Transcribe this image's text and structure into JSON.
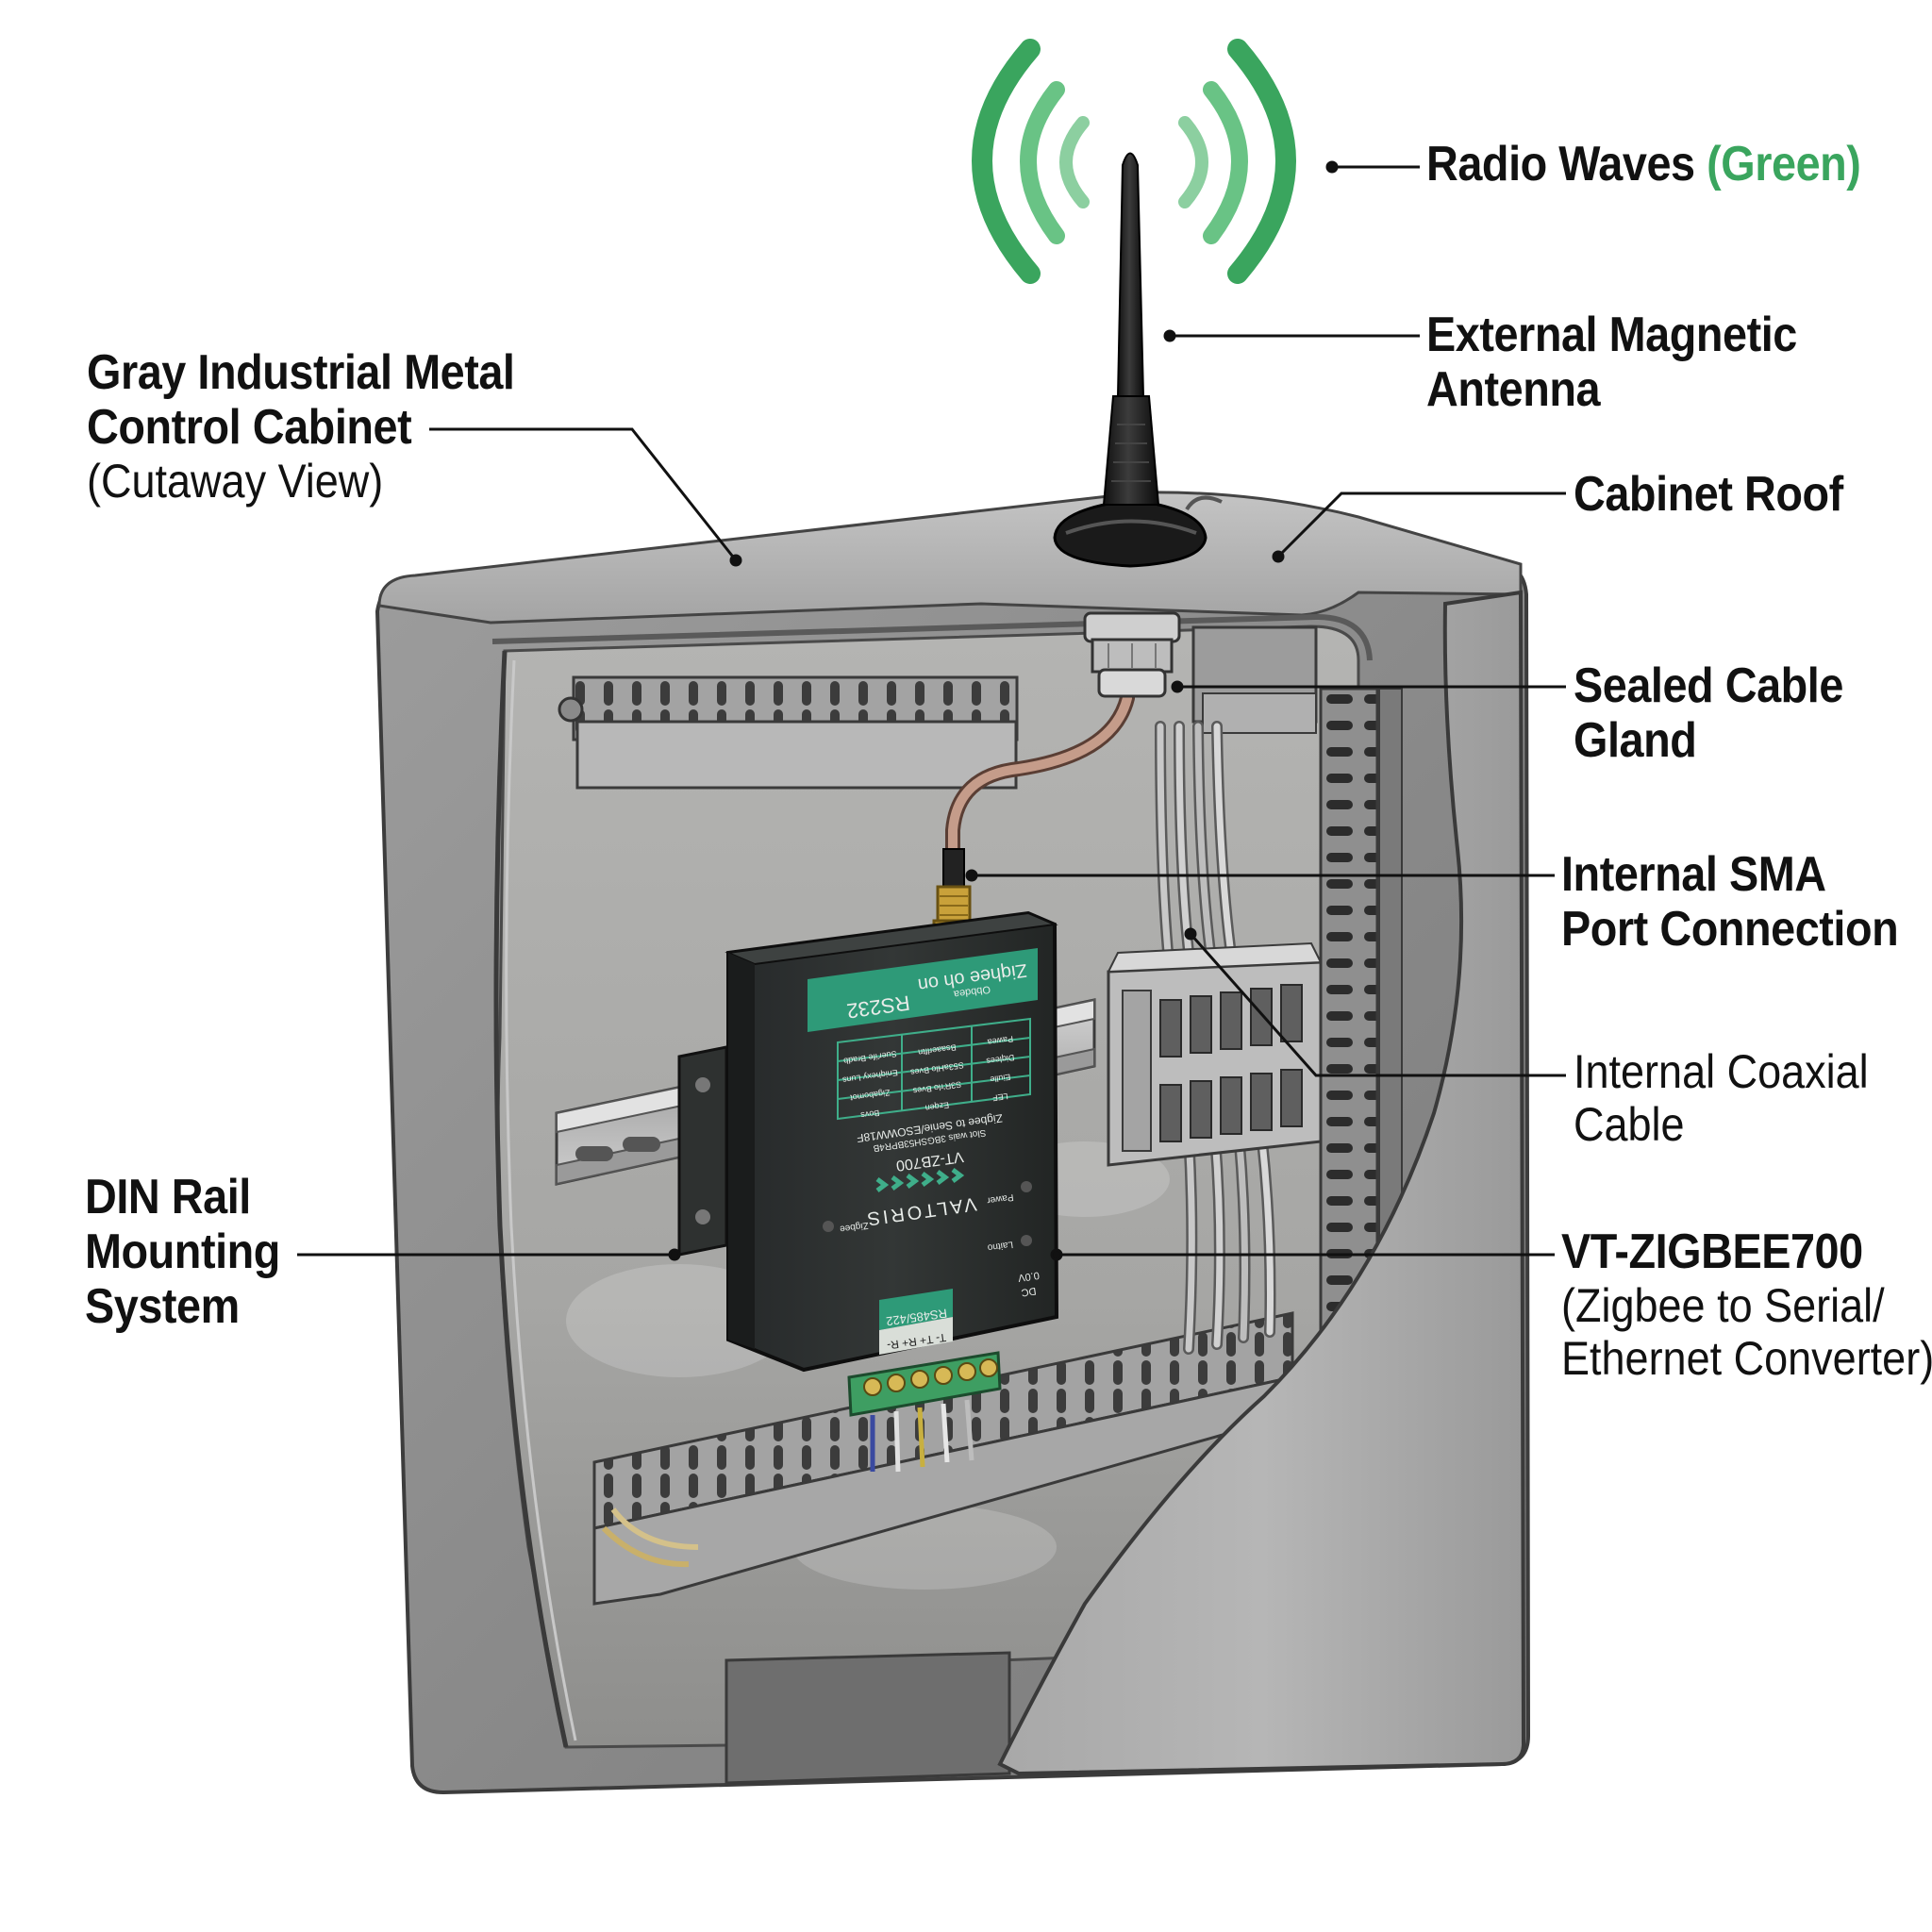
{
  "colors": {
    "wave": "#3aa55e",
    "cabinet": "#8e8e8e",
    "device": "#2b2f2e",
    "device_band": "#2e9a78",
    "terminal": "#3e9e62",
    "coax": "#b98a78"
  },
  "labels": {
    "radio_waves": {
      "title": "Radio Waves",
      "accent": "(Green)"
    },
    "antenna": {
      "line1": "External Magnetic",
      "line2": "Antenna"
    },
    "cabinet": {
      "line1": "Gray Industrial Metal",
      "line2": "Control Cabinet",
      "sub": "(Cutaway View)"
    },
    "roof": {
      "title": "Cabinet Roof"
    },
    "gland": {
      "line1": "Sealed Cable",
      "line2": "Gland"
    },
    "sma": {
      "line1": "Internal SMA",
      "line2": "Port Connection"
    },
    "coax": {
      "line1": "Internal Coaxial",
      "line2": "Cable"
    },
    "din": {
      "line1": "DIN Rail",
      "line2": "Mounting",
      "line3": "System"
    },
    "converter": {
      "title": "VT-ZIGBEE700",
      "sub1": "(Zigbee to Serial/",
      "sub2": "Ethernet Converter)"
    }
  },
  "device": {
    "top_band": "RS232",
    "top_right": "Ziqhee oh on",
    "top_small": "Obbdea",
    "model": "VT-ZB700",
    "brand": "VALTORIS",
    "tagline": "Zigbee to Senie/ESOWW18F",
    "tagline2": "Slot wais 3BGSH53BPR4B",
    "bottom_band": "RS485/422",
    "terminal_labels": "T- T+ R+ R-",
    "power_label": "DC",
    "power_range": "0.0V",
    "led1": "Pawer",
    "led2": "Zigbee",
    "led3": "Laitno",
    "table": [
      [
        "Pawea",
        "Bsaaerlftn",
        "Suer'ife Bradb"
      ],
      [
        "Diqlees",
        "S53aHlo Bves",
        "Eniqhexy Luns"
      ],
      [
        "Eiulle",
        "S3R'rlo Bves",
        "Zigabomot"
      ],
      [
        "LEF",
        "Ezqen",
        "Bovs"
      ]
    ]
  }
}
